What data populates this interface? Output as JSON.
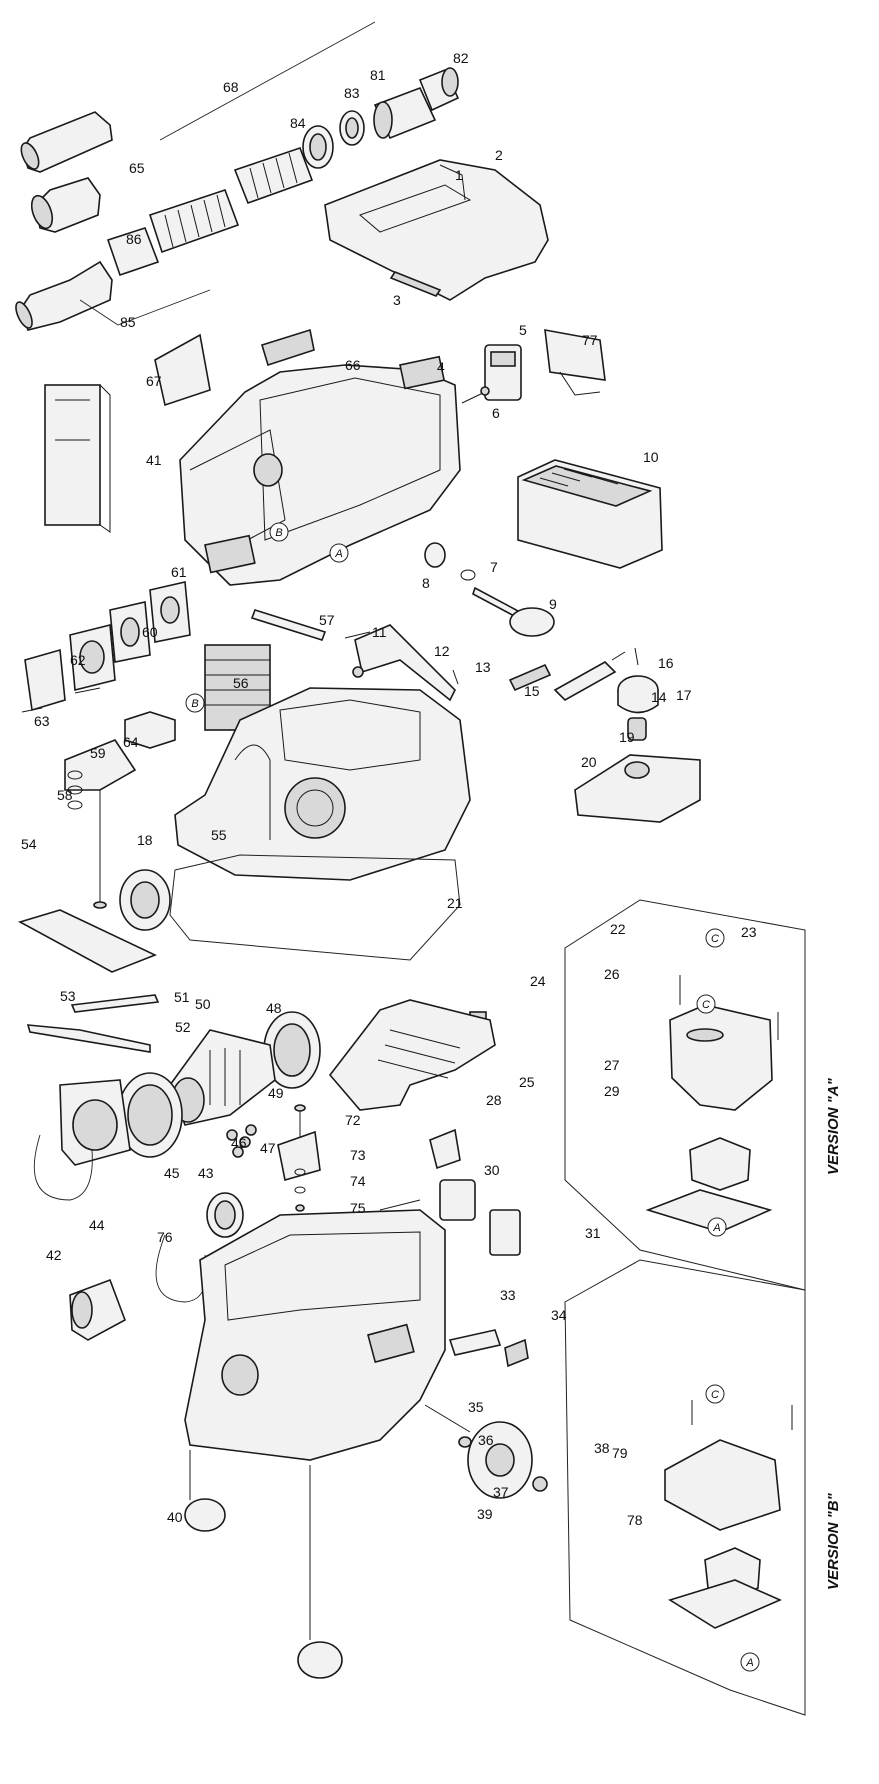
{
  "diagram": {
    "callouts": [
      "1",
      "2",
      "3",
      "4",
      "5",
      "6",
      "7",
      "8",
      "9",
      "10",
      "11",
      "12",
      "13",
      "14",
      "15",
      "16",
      "17",
      "18",
      "19",
      "20",
      "21",
      "22",
      "23",
      "24",
      "25",
      "26",
      "27",
      "28",
      "29",
      "30",
      "31",
      "33",
      "34",
      "35",
      "36",
      "37",
      "38",
      "39",
      "40",
      "41",
      "42",
      "43",
      "44",
      "45",
      "46",
      "47",
      "48",
      "49",
      "50",
      "51",
      "52",
      "53",
      "54",
      "55",
      "56",
      "57",
      "58",
      "59",
      "60",
      "61",
      "62",
      "63",
      "64",
      "65",
      "66",
      "67",
      "68",
      "72",
      "73",
      "74",
      "75",
      "76",
      "77",
      "78",
      "79",
      "81",
      "82",
      "83",
      "84",
      "85",
      "86"
    ],
    "version_a_label": "VERSION \"A\"",
    "version_b_label": "VERSION \"B\"",
    "markers": [
      "A",
      "B",
      "C"
    ]
  }
}
